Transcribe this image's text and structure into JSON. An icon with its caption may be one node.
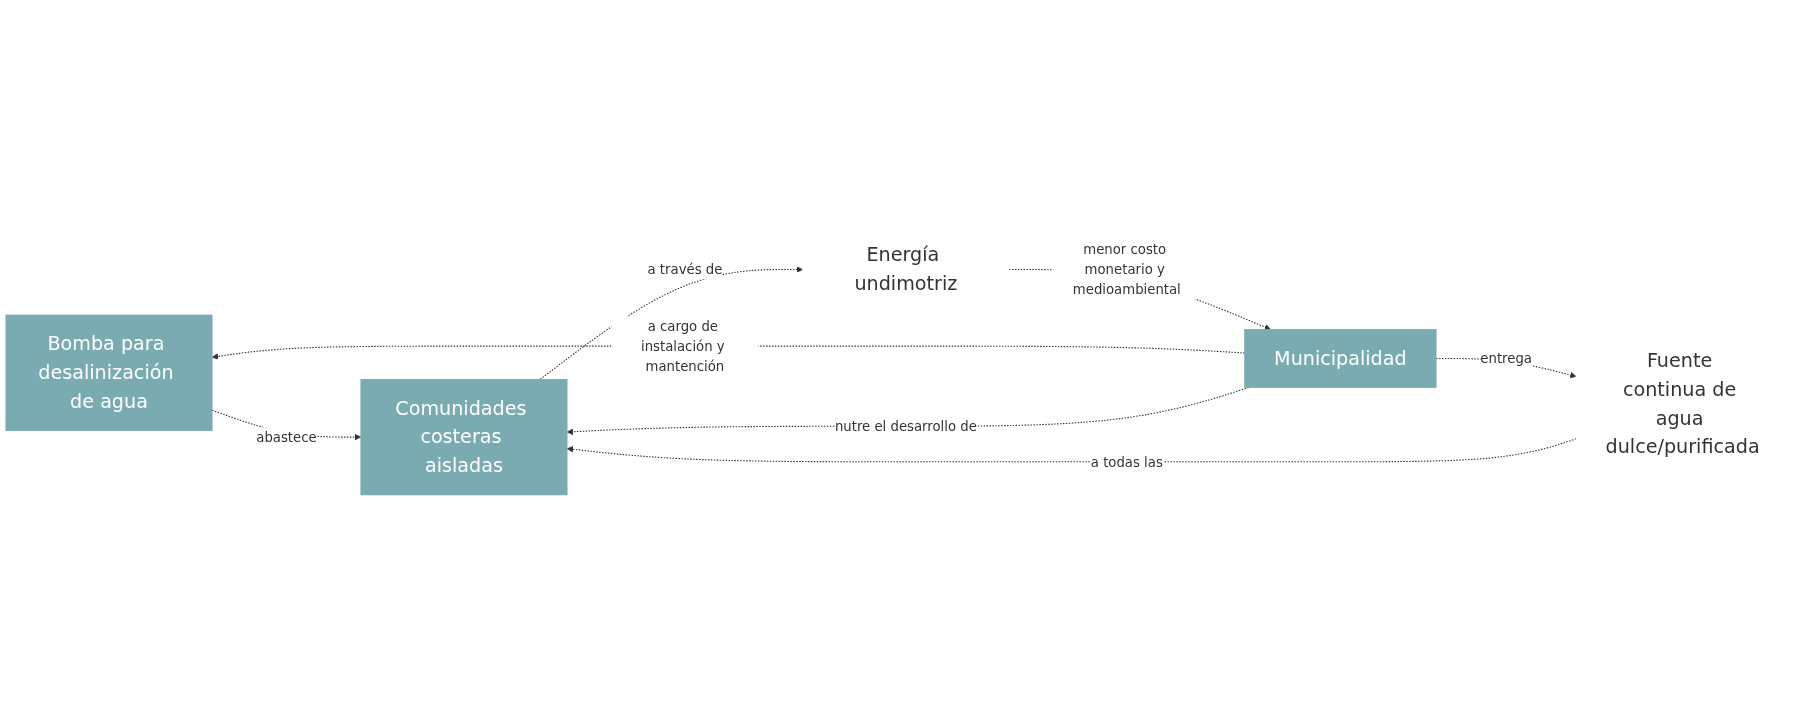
{
  "diagram": {
    "nodes": [
      {
        "text": [
          "Bomba para desalinización de agua"
        ]
      },
      {
        "text": [
          "Fuente continua de agua dulce/purificada"
        ]
      },
      {
        "text": [
          "Comunidades costeras aisladas"
        ]
      },
      {
        "text": [
          "Energía undimotriz"
        ]
      },
      {
        "text": [
          "Municipalidad"
        ]
      }
    ],
    "edges": [
      {
        "from": 0,
        "to": 2,
        "arrow": "to",
        "label": "abastece",
        "style": "dashed"
      },
      {
        "from": 4,
        "to": 0,
        "arrow": "to",
        "label": "a cargo de instalación y mantención",
        "style": "dashed"
      },
      {
        "from": 1,
        "to": 2,
        "arrow": "to",
        "label": "a todas las",
        "style": "dashed"
      },
      {
        "from": 4,
        "to": 1,
        "arrow": "to",
        "label": "entrega",
        "style": "dashed"
      },
      {
        "from": 2,
        "to": 3,
        "arrow": "to",
        "label": "a través de",
        "style": "dashed"
      },
      {
        "from": 3,
        "to": 4,
        "arrow": "to",
        "label": "menor costo monetario y medioambiental",
        "style": "dashed"
      },
      {
        "from": 4,
        "to": 2,
        "arrow": "to",
        "label": "nutre el desarrollo de",
        "style": "dashed"
      }
    ]
  }
}
